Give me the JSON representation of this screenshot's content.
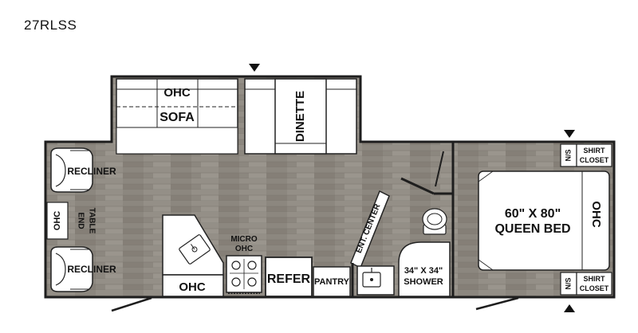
{
  "title": "27RLSS",
  "rooms": {
    "ohc_slide": "OHC",
    "sofa": "SOFA",
    "dinette": "DINETTE",
    "recliner_top": "RECLINER",
    "recliner_bottom": "RECLINER",
    "ohc_front": "OHC",
    "end_table_line1": "END",
    "end_table_line2": "TABLE",
    "ohc_kitchen": "OHC",
    "micro_line1": "MICRO",
    "micro_line2": "OHC",
    "refer": "REFER",
    "pantry": "PANTRY",
    "ent_center": "ENT. CENTER",
    "shower_line1": "34\" X 34\"",
    "shower_line2": "SHOWER",
    "bed_line1": "60\" X 80\"",
    "bed_line2": "QUEEN BED",
    "ohc_bedroom": "OHC",
    "ns_top": "N/S",
    "closet_top_line1": "SHIRT",
    "closet_top_line2": "CLOSET",
    "ns_bottom": "N/S",
    "closet_bottom_line1": "SHIRT",
    "closet_bottom_line2": "CLOSET"
  },
  "colors": {
    "floor": "#8d8880",
    "wall": "#1e1e1e",
    "fixture": "#ffffff"
  }
}
